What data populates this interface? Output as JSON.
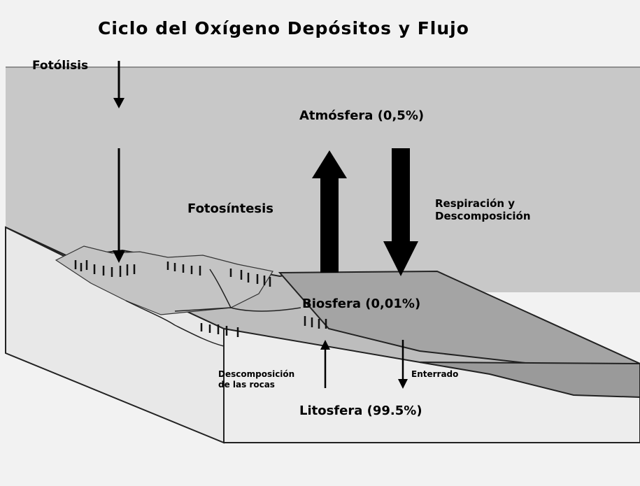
{
  "title": "Ciclo del Oxígeno  Depósitos y Flujo",
  "labels": {
    "fotolisis": "Fotólisis",
    "atmosfera": "Atmósfera (0,5%)",
    "fotosintesis": "Fotosíntesis",
    "respiracion": "Respiración y\nDescomposición",
    "biosfera": "Biosfera (0,01%)",
    "descomposicion_rocas": "Descomposición\nde las rocas",
    "enterrado": "Enterrado",
    "litosfera": "Litosfera (99.5%)"
  },
  "colors": {
    "sky": "#c8c8c8",
    "background": "#f2f2f2",
    "ocean": "#a4a4a4",
    "land": "#bdbdbd",
    "block_side": "#e8e8e8",
    "ink": "#000000"
  }
}
